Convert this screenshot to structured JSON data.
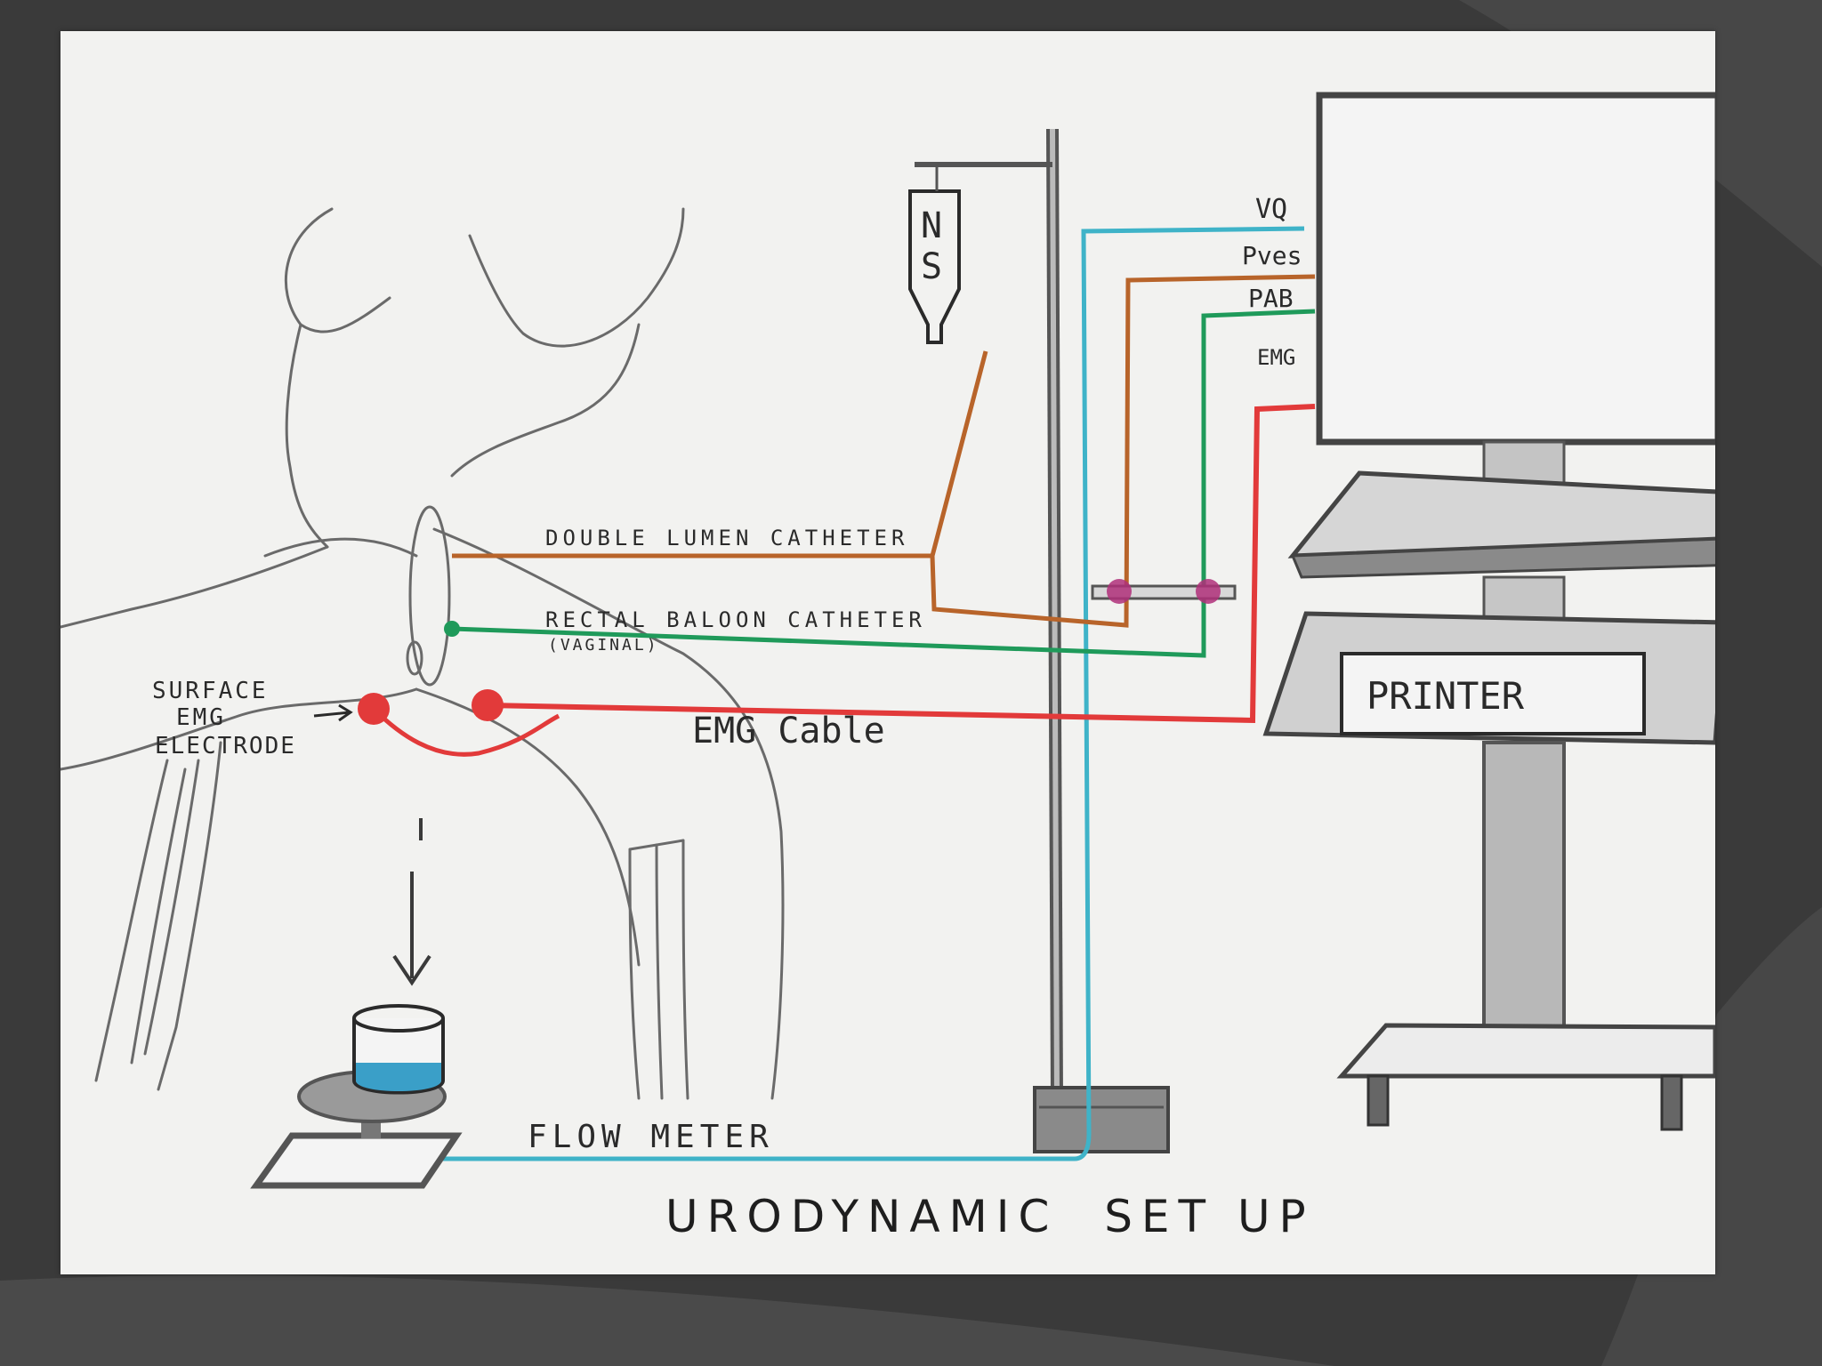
{
  "title": "URODYNAMIC  SET UP",
  "labels": {
    "iv_bag": [
      "N",
      "S"
    ],
    "monitor_channels": [
      "VQ",
      "Pves",
      "PAB",
      "EMG"
    ],
    "double_lumen": "DOUBLE LUMEN CATHETER",
    "rectal_balloon": "RECTAL BALOON CATHETER",
    "rectal_balloon_sub": "(VAGINAL)",
    "surface_emg": [
      "SURFACE",
      "EMG",
      "ELECTRODE"
    ],
    "emg_cable": "EMG Cable",
    "printer": "PRINTER",
    "flow_meter": "FLOW METER"
  },
  "colors": {
    "slide_bg": "#3c3c3c",
    "paper": "#f2f2f0",
    "pencil": "#6a6a6a",
    "ink": "#2a2a2a",
    "double_lumen_line": "#b8642a",
    "rectal_line": "#1f9a5a",
    "emg_line": "#e23a3a",
    "flow_line": "#3fb3c8",
    "connector": "#b0307a",
    "water": "#3a9fc8"
  }
}
